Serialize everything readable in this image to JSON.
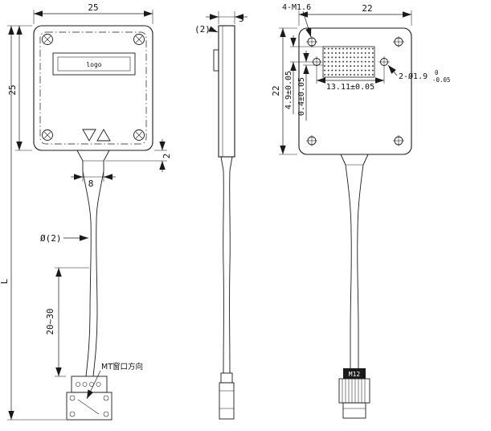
{
  "drawing": {
    "front": {
      "dim_width": "25",
      "dim_height": "25",
      "dim_step": "2",
      "dim_neck": "8",
      "dim_cable": "Ø(2)",
      "dim_flex": "20~30",
      "dim_length": "L",
      "logo_text": "logo",
      "window_note": "MT窗口方向"
    },
    "side": {
      "dim_panel": "(2)",
      "dim_width": "5"
    },
    "back": {
      "note_screws": "4-M1.6",
      "dim_width": "22",
      "dim_height": "22",
      "dim_a": "4.9±0.05",
      "dim_b": "0.4±0.05",
      "dim_c": "13.11±0.05",
      "note_holes": "2-Ø1.9",
      "tol_upper": "0",
      "tol_lower": "-0.05",
      "connector_label": "M12"
    }
  }
}
